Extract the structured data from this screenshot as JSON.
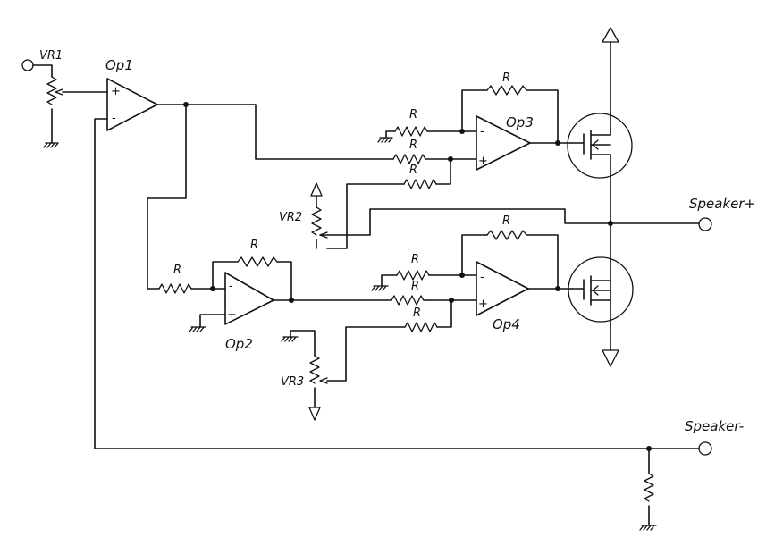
{
  "labels": {
    "vr1": "VR1",
    "vr2": "VR2",
    "vr3": "VR3",
    "op1": "Op1",
    "op2": "Op2",
    "op3": "Op3",
    "op4": "Op4",
    "r": "R",
    "speaker_plus": "Speaker+",
    "speaker_minus": "Speaker-",
    "plus": "+",
    "minus": "-"
  }
}
